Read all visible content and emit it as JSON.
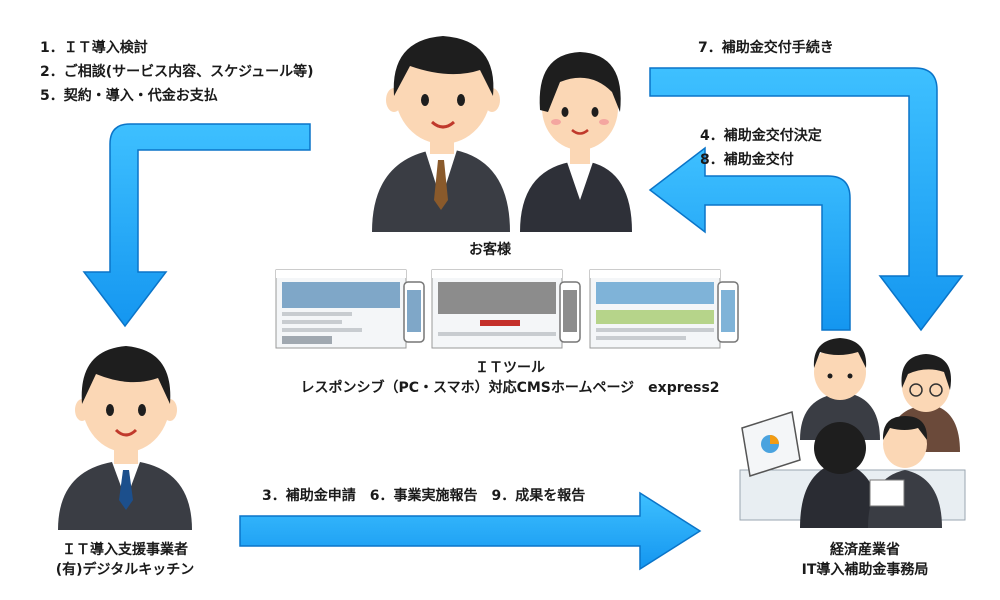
{
  "colors": {
    "arrow": "#1eaaff",
    "arrow_edge": "#0a74c8",
    "suit": "#3a3d44",
    "skin": "#fbd7b5",
    "hair": "#1e1e1e"
  },
  "steps_customer_to_vendor": [
    "1．ＩＴ導入検討",
    "2．ご相談(サービス内容、スケジュール等)",
    "5．契約・導入・代金お支払"
  ],
  "steps_customer_to_ministry": [
    "7．補助金交付手続き"
  ],
  "steps_ministry_to_customer": [
    "4．補助金交付決定",
    "8．補助金交付"
  ],
  "steps_vendor_to_ministry": "3．補助金申請　6．事業実施報告　9．成果を報告",
  "customer": {
    "label": "お客様"
  },
  "vendor": {
    "label_line1": "ＩＴ導入支援事業者",
    "label_line2": "(有)デジタルキッチン"
  },
  "ministry": {
    "label_line1": "経済産業省",
    "label_line2": "IT導入補助金事務局"
  },
  "tool": {
    "label_line1": "ＩＴツール",
    "label_line2": "レスポンシブ（PC・スマホ）対応CMSホームページ　express2"
  }
}
